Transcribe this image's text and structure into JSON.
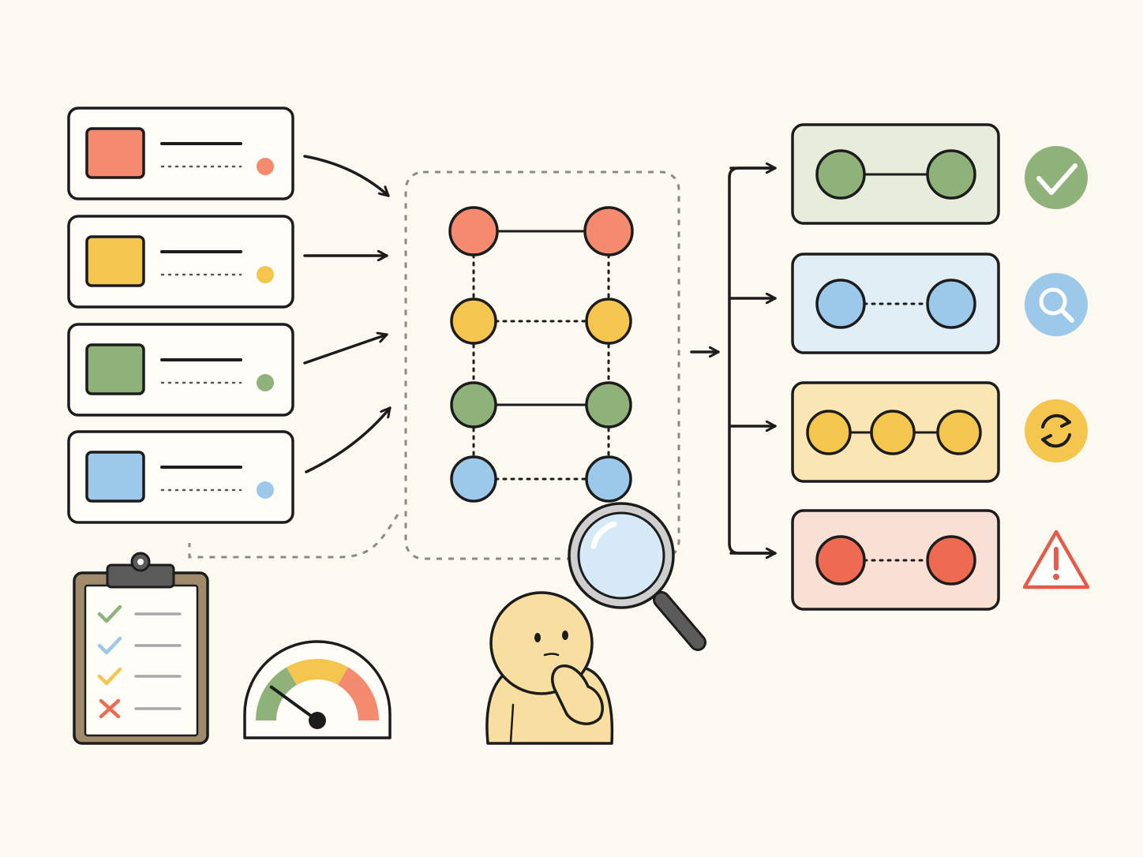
{
  "colors": {
    "background": "#fcf9f0",
    "ink": "#1c1c1c",
    "dash": "#8a8a8a",
    "red": "#f48a6e",
    "yellow": "#f5c64e",
    "green": "#8fb27a",
    "blue": "#9cc8ea",
    "red_strong": "#ee6a50",
    "panel_green": "#e6eddb",
    "panel_blue": "#e2eef5",
    "panel_yellow": "#f9e6b4",
    "panel_red": "#f9e0d5",
    "check_badge": "#8fb27a",
    "search_badge": "#9cc8ea",
    "sync_badge": "#f5c64e",
    "warning": "#e55b47",
    "skin": "#f8dfa1",
    "clipboard": "#a08a6c",
    "gauge": [
      "#8fb27a",
      "#f5c64e",
      "#f48a6e"
    ]
  },
  "sources": [
    {
      "color": "red"
    },
    {
      "color": "yellow"
    },
    {
      "color": "green"
    },
    {
      "color": "blue"
    }
  ],
  "ladder_rows": [
    {
      "color": "red",
      "link": "solid"
    },
    {
      "color": "yellow",
      "link": "dotted"
    },
    {
      "color": "green",
      "link": "solid"
    },
    {
      "color": "blue",
      "link": "dotted"
    }
  ],
  "outputs": [
    {
      "panel": "panel_green",
      "node": "green",
      "nodes": 2,
      "link": "solid",
      "badge": "check-icon"
    },
    {
      "panel": "panel_blue",
      "node": "blue",
      "nodes": 2,
      "link": "dotted",
      "badge": "search-icon"
    },
    {
      "panel": "panel_yellow",
      "node": "yellow",
      "nodes": 3,
      "link": "solid",
      "badge": "sync-icon"
    },
    {
      "panel": "panel_red",
      "node": "red_strong",
      "nodes": 2,
      "link": "dotted",
      "badge": "warning-icon"
    }
  ],
  "checklist": [
    {
      "mark": "check-icon",
      "color": "green"
    },
    {
      "mark": "check-icon",
      "color": "blue"
    },
    {
      "mark": "check-icon",
      "color": "yellow"
    },
    {
      "mark": "cross-icon",
      "color": "red_strong"
    }
  ],
  "gauge": {
    "segments": 3,
    "needle_level": 0.2
  }
}
